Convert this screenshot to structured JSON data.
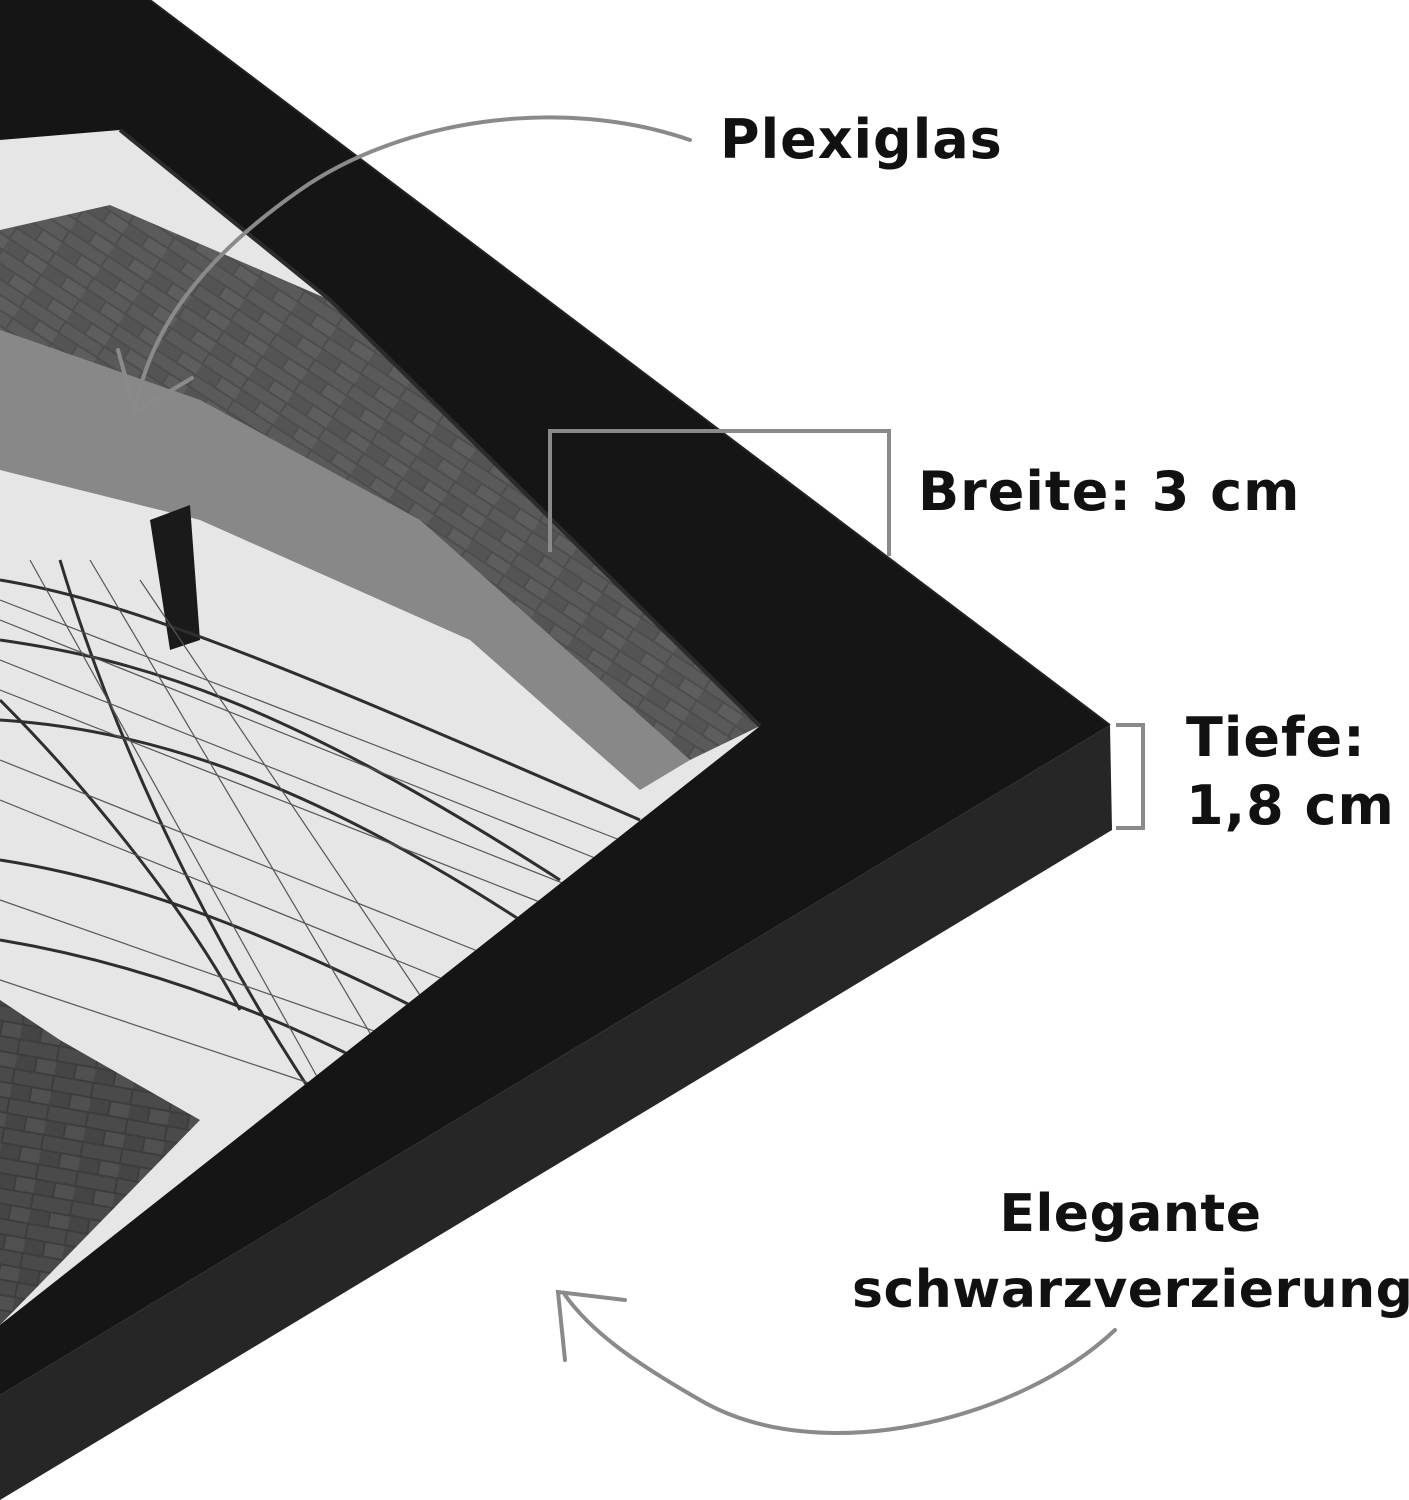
{
  "labels": {
    "plexiglas": "Plexiglas",
    "width": "Breite: 3 cm",
    "depth_line1": "Tiefe:",
    "depth_line2": "1,8 cm",
    "elegant_line1": "Elegante",
    "elegant_line2": "schwarzverzierung"
  },
  "colors": {
    "frame_face": "#151515",
    "frame_side": "#2a2a2a",
    "photo_sky": "#e6e6e6",
    "stone": "#4a4a4a",
    "annotation_line": "#8a8a8a",
    "text": "#111111",
    "background": "#ffffff"
  },
  "icons": [
    "curved-arrow-icon",
    "bracket-icon"
  ]
}
